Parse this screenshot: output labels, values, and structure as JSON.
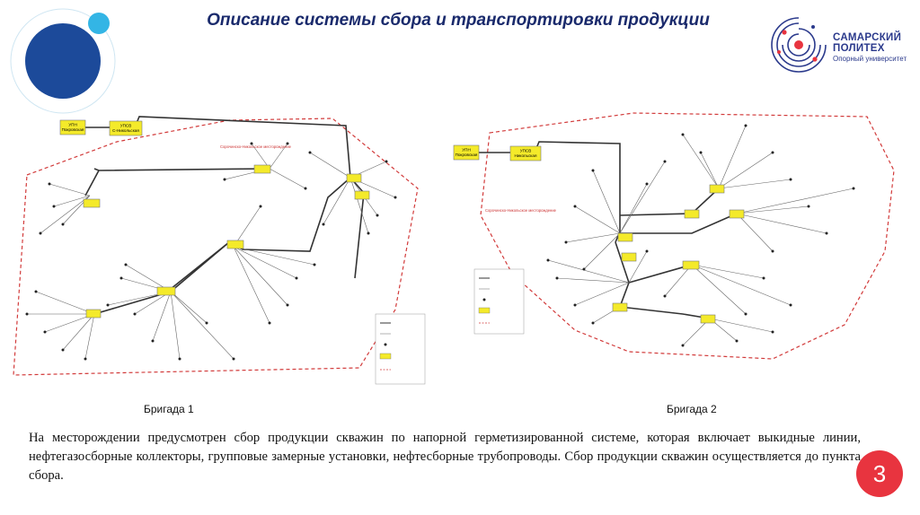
{
  "slide": {
    "title": "Описание системы сбора и транспортировки продукции",
    "page_number": "3"
  },
  "logo": {
    "line1": "САМАРСКИЙ",
    "line2": "ПОЛИТЕХ",
    "line3": "Опорный университет",
    "icon": "polytech-logo-icon"
  },
  "maps": [
    {
      "caption": "Бригада 1",
      "facilities": [
        "УПН Покровская",
        "УПСВ С-Никольская"
      ],
      "field_label": "Сорочинско-Никольское месторождение"
    },
    {
      "caption": "Бригада 2",
      "facilities": [
        "УПН Покровская",
        "УПСВ Никольская"
      ],
      "field_label": "Сорочинско-Никольское месторождение"
    }
  ],
  "body_text": "На месторождении предусмотрен сбор продукции скважин по напорной герметизированной системе, которая включает выкидные линии, нефтегазосборные коллекторы, групповые замерные установки, нефтесборные трубопроводы. Сбор продукции скважин осуществляется до пункта сбора.",
  "colors": {
    "title": "#1a2a6c",
    "accent_blue": "#1c4a9a",
    "accent_cyan": "#33b5e5",
    "page_badge": "#e8343f",
    "boundary": "#d23b3b",
    "facility": "#f4ea2a"
  }
}
